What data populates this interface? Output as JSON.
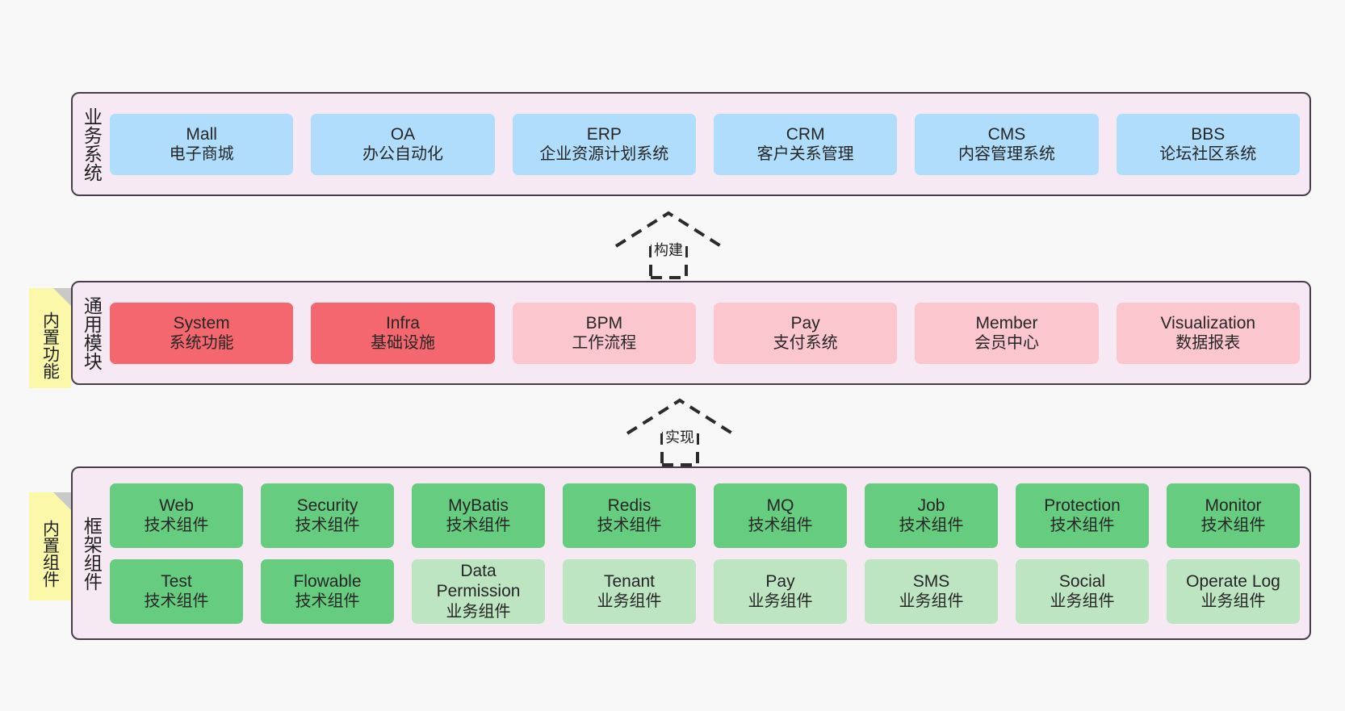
{
  "diagram": {
    "background_color": "#f8f8f8",
    "panel_color": "#f7e9f4",
    "panel_border_color": "#4a3d4a"
  },
  "layers": {
    "business": {
      "title": "业务系统",
      "card_color": "#afddfb",
      "cards": [
        {
          "en": "Mall",
          "cn": "电子商城"
        },
        {
          "en": "OA",
          "cn": "办公自动化"
        },
        {
          "en": "ERP",
          "cn": "企业资源计划系统"
        },
        {
          "en": "CRM",
          "cn": "客户关系管理"
        },
        {
          "en": "CMS",
          "cn": "内容管理系统"
        },
        {
          "en": "BBS",
          "cn": "论坛社区系统"
        }
      ]
    },
    "common": {
      "title": "通用模块",
      "sticky": "内置功能",
      "card_color_primary": "#f4676f",
      "card_color_secondary": "#fcc6cf",
      "cards": [
        {
          "en": "System",
          "cn": "系统功能",
          "variant": "primary"
        },
        {
          "en": "Infra",
          "cn": "基础设施",
          "variant": "primary"
        },
        {
          "en": "BPM",
          "cn": "工作流程",
          "variant": "secondary"
        },
        {
          "en": "Pay",
          "cn": "支付系统",
          "variant": "secondary"
        },
        {
          "en": "Member",
          "cn": "会员中心",
          "variant": "secondary"
        },
        {
          "en": "Visualization",
          "cn": "数据报表",
          "variant": "secondary"
        }
      ]
    },
    "framework": {
      "title": "框架组件",
      "sticky": "内置组件",
      "card_color_tech": "#66cc80",
      "card_color_business": "#bde5c2",
      "row_tech": [
        {
          "en": "Web",
          "cn": "技术组件"
        },
        {
          "en": "Security",
          "cn": "技术组件"
        },
        {
          "en": "MyBatis",
          "cn": "技术组件"
        },
        {
          "en": "Redis",
          "cn": "技术组件"
        },
        {
          "en": "MQ",
          "cn": "技术组件"
        },
        {
          "en": "Job",
          "cn": "技术组件"
        },
        {
          "en": "Protection",
          "cn": "技术组件"
        },
        {
          "en": "Monitor",
          "cn": "技术组件"
        }
      ],
      "row_business": [
        {
          "en": "Test",
          "cn": "技术组件",
          "variant": "tech"
        },
        {
          "en": "Flowable",
          "cn": "技术组件",
          "variant": "tech"
        },
        {
          "en": "Data Permission",
          "cn": "业务组件",
          "variant": "business"
        },
        {
          "en": "Tenant",
          "cn": "业务组件",
          "variant": "business"
        },
        {
          "en": "Pay",
          "cn": "业务组件",
          "variant": "business"
        },
        {
          "en": "SMS",
          "cn": "业务组件",
          "variant": "business"
        },
        {
          "en": "Social",
          "cn": "业务组件",
          "variant": "business"
        },
        {
          "en": "Operate Log",
          "cn": "业务组件",
          "variant": "business"
        }
      ]
    }
  },
  "connectors": [
    {
      "label": "构建"
    },
    {
      "label": "实现"
    }
  ]
}
